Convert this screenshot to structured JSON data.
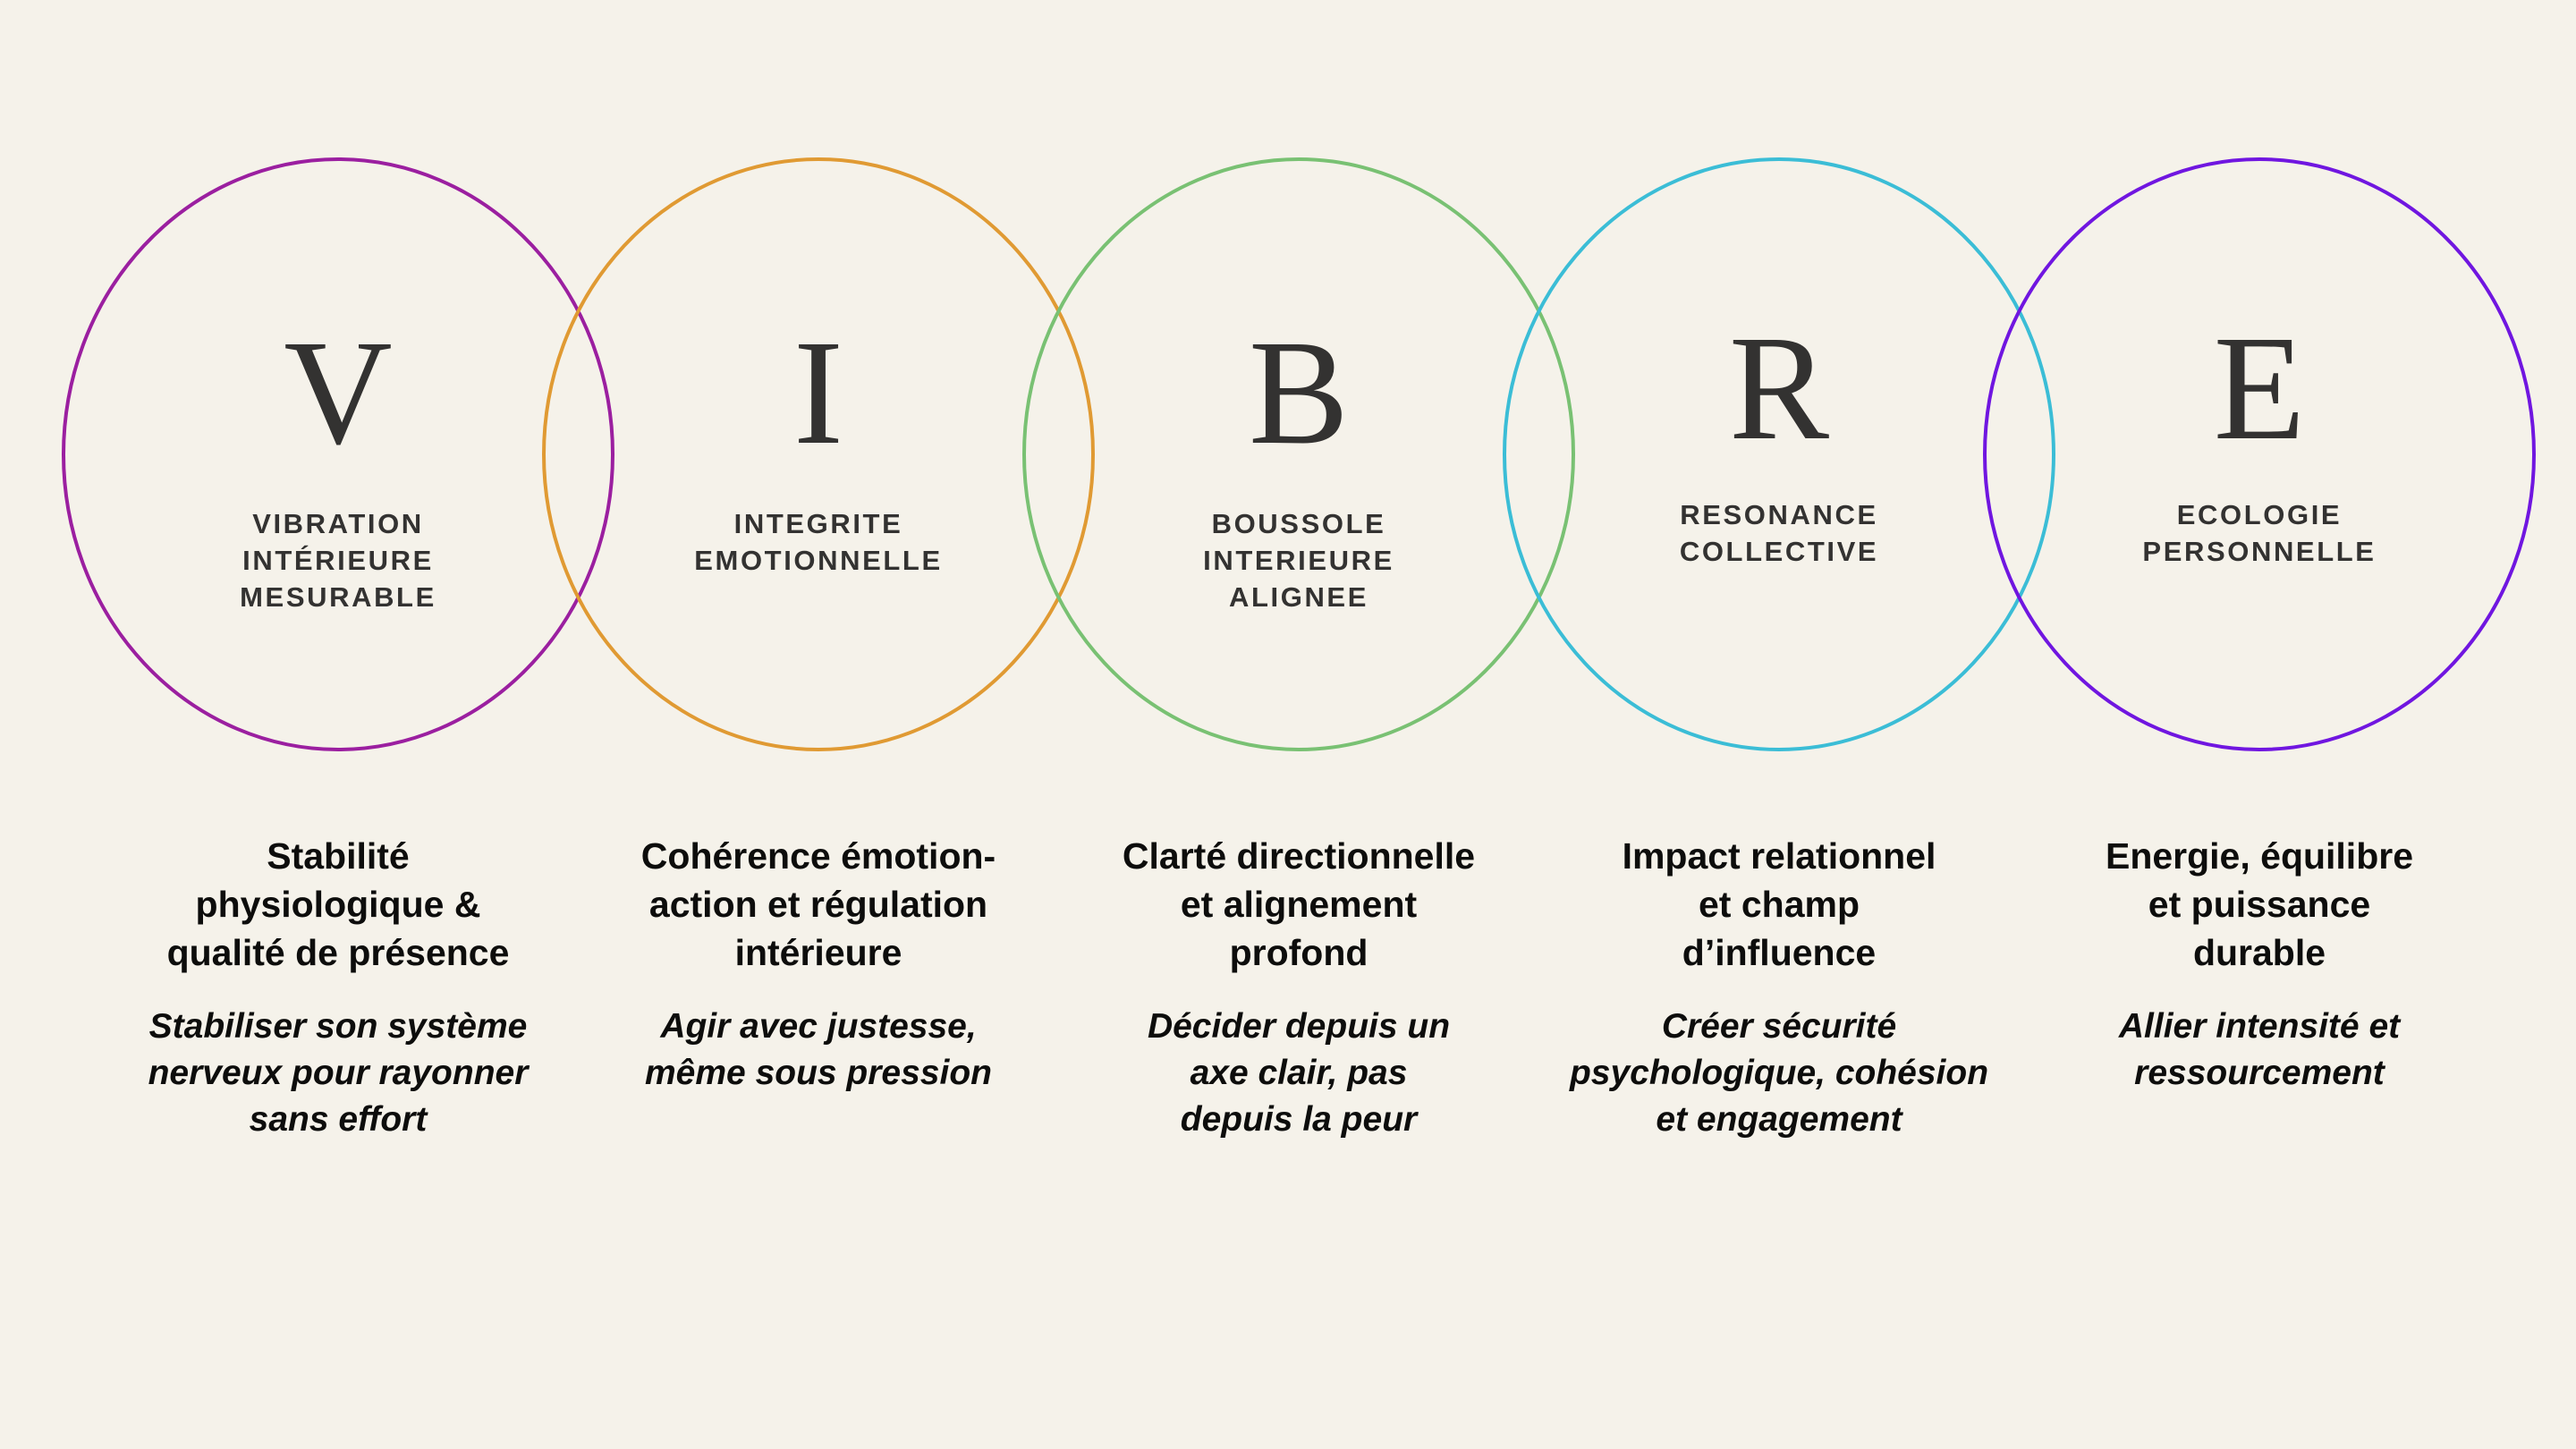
{
  "background_color": "#F5F2EA",
  "text_color": "#333231",
  "body_text_color": "#0D0D0C",
  "acronym": "VIBRE",
  "pillars": [
    {
      "letter": "V",
      "label": "VIBRATION\nINTÉRIEURE\nMESURABLE",
      "description": "Stabilité\nphysiologique &\nqualité de présence",
      "tagline": "Stabiliser son système\nnerveux pour rayonner\nsans effort",
      "color": "#9B1FA0",
      "color_name": "magenta"
    },
    {
      "letter": "I",
      "label": "INTEGRITE\nEMOTIONNELLE",
      "description": "Cohérence émotion-\naction et régulation\nintérieure",
      "tagline": "Agir avec justesse,\nmême sous pression",
      "color": "#E09A33",
      "color_name": "orange"
    },
    {
      "letter": "B",
      "label": "BOUSSOLE\nINTERIEURE\nALIGNEE",
      "description": "Clarté directionnelle\net alignement\nprofond",
      "tagline": "Décider depuis un\naxe clair, pas\ndepuis la peur",
      "color": "#79C173",
      "color_name": "green"
    },
    {
      "letter": "R",
      "label": "RESONANCE\nCOLLECTIVE",
      "description": "Impact relationnel\net champ\nd’influence",
      "tagline": "Créer sécurité\npsychologique, cohésion\net engagement",
      "color": "#3BBDD6",
      "color_name": "cyan"
    },
    {
      "letter": "E",
      "label": "ECOLOGIE\nPERSONNELLE",
      "description": "Energie, équilibre\net puissance\ndurable",
      "tagline": "Allier intensité et\nressourcement",
      "color": "#7016E0",
      "color_name": "violet"
    }
  ]
}
